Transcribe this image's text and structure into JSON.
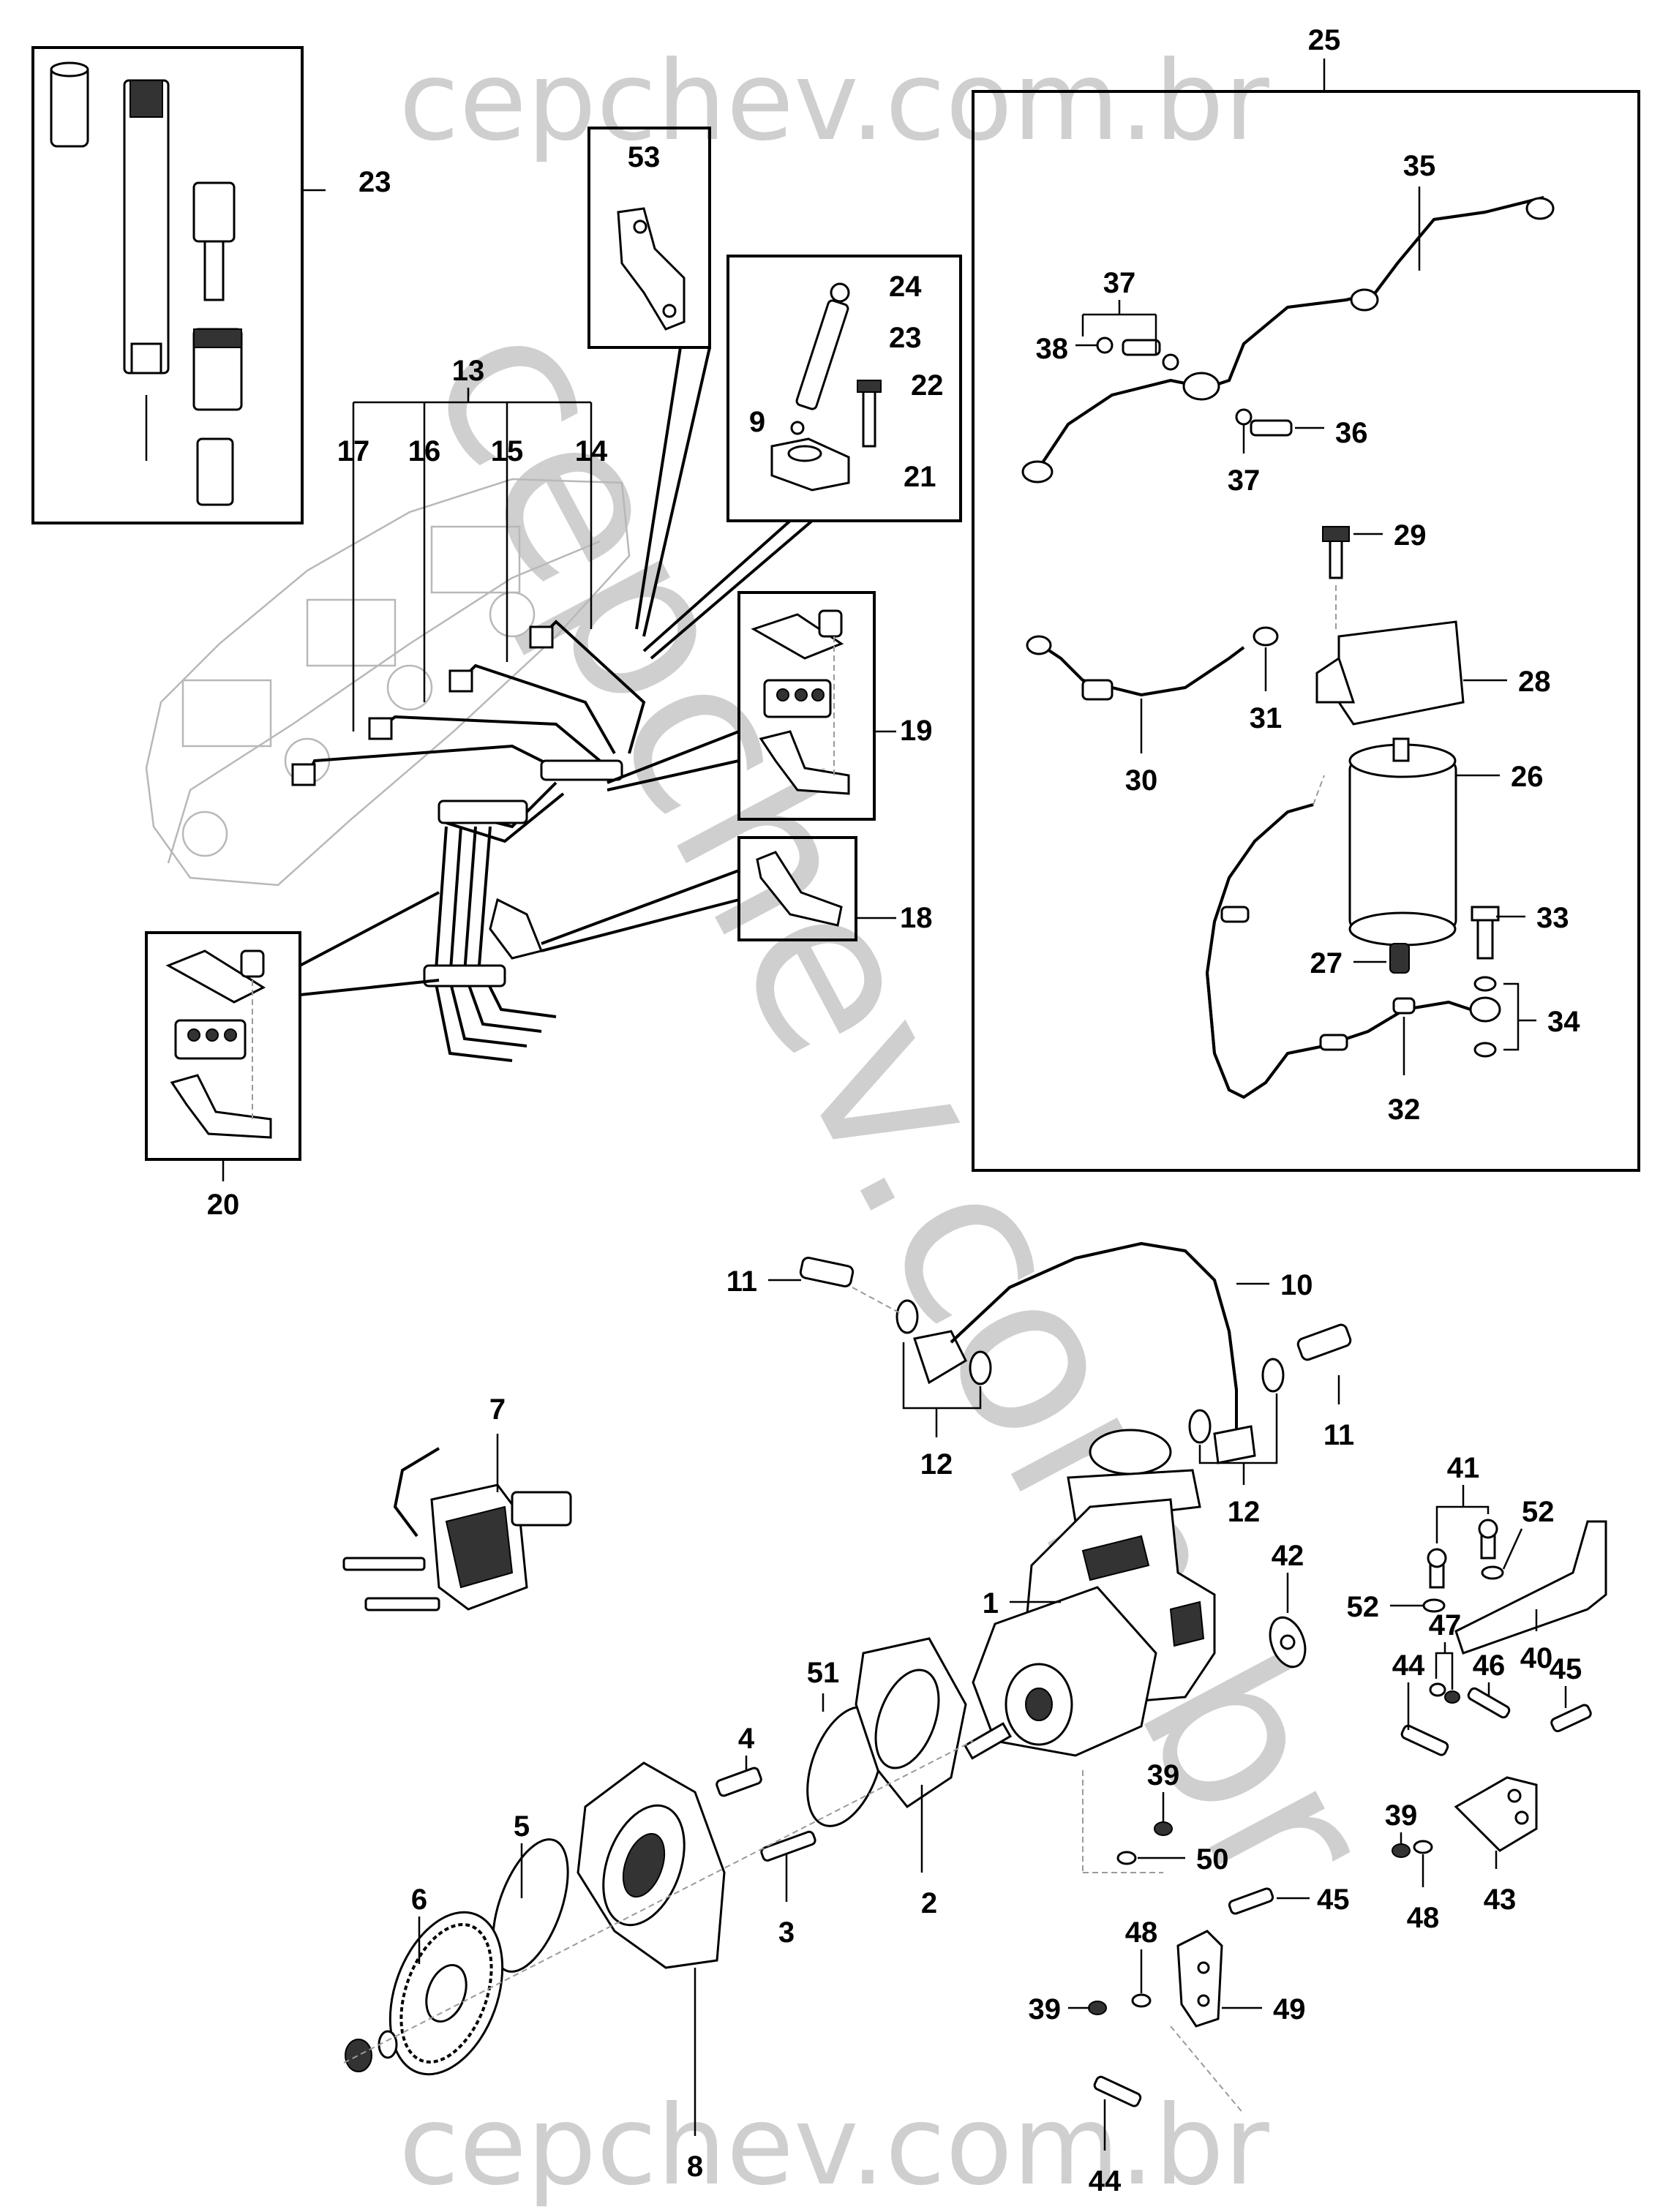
{
  "watermark": {
    "top": "cepchev.com.br",
    "bottom": "cepchev.com.br",
    "diagonal": "cepchev.com.br"
  },
  "callouts": [
    {
      "id": "c23a",
      "text": "23"
    },
    {
      "id": "c53",
      "text": "53"
    },
    {
      "id": "c24",
      "text": "24"
    },
    {
      "id": "c23b",
      "text": "23"
    },
    {
      "id": "c22",
      "text": "22"
    },
    {
      "id": "c9",
      "text": "9"
    },
    {
      "id": "c21",
      "text": "21"
    },
    {
      "id": "c13",
      "text": "13"
    },
    {
      "id": "c17",
      "text": "17"
    },
    {
      "id": "c16",
      "text": "16"
    },
    {
      "id": "c15",
      "text": "15"
    },
    {
      "id": "c14",
      "text": "14"
    },
    {
      "id": "c19",
      "text": "19"
    },
    {
      "id": "c18",
      "text": "18"
    },
    {
      "id": "c20",
      "text": "20"
    },
    {
      "id": "c25",
      "text": "25"
    },
    {
      "id": "c35",
      "text": "35"
    },
    {
      "id": "c37a",
      "text": "37"
    },
    {
      "id": "c38",
      "text": "38"
    },
    {
      "id": "c36",
      "text": "36"
    },
    {
      "id": "c37b",
      "text": "37"
    },
    {
      "id": "c29",
      "text": "29"
    },
    {
      "id": "c28",
      "text": "28"
    },
    {
      "id": "c31",
      "text": "31"
    },
    {
      "id": "c30",
      "text": "30"
    },
    {
      "id": "c26",
      "text": "26"
    },
    {
      "id": "c33",
      "text": "33"
    },
    {
      "id": "c27",
      "text": "27"
    },
    {
      "id": "c34",
      "text": "34"
    },
    {
      "id": "c32",
      "text": "32"
    },
    {
      "id": "c11a",
      "text": "11"
    },
    {
      "id": "c10",
      "text": "10"
    },
    {
      "id": "c11b",
      "text": "11"
    },
    {
      "id": "c12a",
      "text": "12"
    },
    {
      "id": "c12b",
      "text": "12"
    },
    {
      "id": "c7",
      "text": "7"
    },
    {
      "id": "c41",
      "text": "41"
    },
    {
      "id": "c52a",
      "text": "52"
    },
    {
      "id": "c52b",
      "text": "52"
    },
    {
      "id": "c40",
      "text": "40"
    },
    {
      "id": "c42",
      "text": "42"
    },
    {
      "id": "c1",
      "text": "1"
    },
    {
      "id": "c51",
      "text": "51"
    },
    {
      "id": "c4",
      "text": "4"
    },
    {
      "id": "c47",
      "text": "47"
    },
    {
      "id": "c46",
      "text": "46"
    },
    {
      "id": "c44a",
      "text": "44"
    },
    {
      "id": "c45a",
      "text": "45"
    },
    {
      "id": "c39a",
      "text": "39"
    },
    {
      "id": "c50",
      "text": "50"
    },
    {
      "id": "c6",
      "text": "6"
    },
    {
      "id": "c5",
      "text": "5"
    },
    {
      "id": "c2",
      "text": "2"
    },
    {
      "id": "c3",
      "text": "3"
    },
    {
      "id": "c39b",
      "text": "39"
    },
    {
      "id": "c48a",
      "text": "48"
    },
    {
      "id": "c43",
      "text": "43"
    },
    {
      "id": "c45b",
      "text": "45"
    },
    {
      "id": "c48b",
      "text": "48"
    },
    {
      "id": "c39c",
      "text": "39"
    },
    {
      "id": "c49",
      "text": "49"
    },
    {
      "id": "c8",
      "text": "8"
    },
    {
      "id": "c44b",
      "text": "44"
    }
  ]
}
